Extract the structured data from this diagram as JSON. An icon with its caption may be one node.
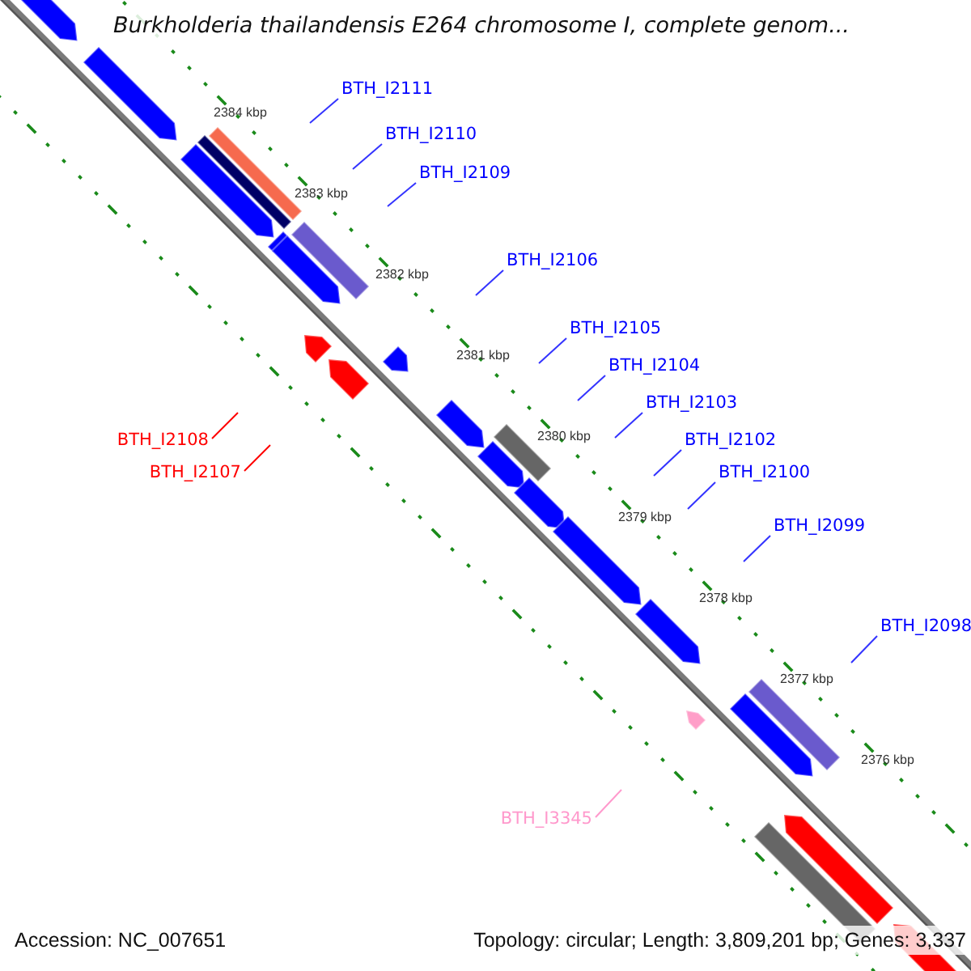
{
  "diagram": {
    "title": "Burkholderia thailandensis E264 chromosome I, complete genom...",
    "nodes": [
      {
        "text": [
          "BTH_I2111"
        ]
      },
      {
        "text": [
          "BTH_I2110"
        ]
      },
      {
        "text": [
          "BTH_I2109"
        ]
      },
      {
        "text": [
          "BTH_I2106"
        ]
      },
      {
        "text": [
          "BTH_I2105"
        ]
      },
      {
        "text": [
          "BTH_I2104"
        ]
      },
      {
        "text": [
          "BTH_I2103"
        ]
      },
      {
        "text": [
          "BTH_I2108"
        ]
      },
      {
        "text": [
          "BTH_I2102"
        ]
      },
      {
        "text": [
          "BTH_I2107"
        ]
      },
      {
        "text": [
          "BTH_I2100"
        ]
      },
      {
        "text": [
          "BTH_I2099"
        ]
      },
      {
        "text": [
          "BTH_I2098"
        ]
      },
      {
        "text": [
          "BTH_I3345"
        ]
      }
    ],
    "edges": [
      {
        "from": 0,
        "to": null,
        "arrow": "none"
      },
      {
        "from": 1,
        "to": null,
        "arrow": "none"
      },
      {
        "from": 2,
        "to": null,
        "arrow": "none"
      },
      {
        "from": 3,
        "to": null,
        "arrow": "none"
      },
      {
        "from": 4,
        "to": null,
        "arrow": "none"
      },
      {
        "from": 5,
        "to": null,
        "arrow": "none"
      },
      {
        "from": 6,
        "to": null,
        "arrow": "none"
      },
      {
        "from": 7,
        "to": null,
        "arrow": "none",
        "color": "#ff0000"
      },
      {
        "from": 8,
        "to": null,
        "arrow": "none"
      },
      {
        "from": 9,
        "to": null,
        "arrow": "none",
        "color": "#ff0000"
      },
      {
        "from": 10,
        "to": null,
        "arrow": "none"
      },
      {
        "from": 11,
        "to": null,
        "arrow": "none"
      },
      {
        "from": 12,
        "to": null,
        "arrow": "none"
      },
      {
        "from": 13,
        "to": null,
        "arrow": "none",
        "color": "#ff99cc"
      }
    ],
    "labels": [
      "2384 kbp",
      "2383 kbp",
      "2382 kbp",
      "2381 kbp",
      "2380 kbp",
      "2379 kbp",
      "2378 kbp",
      "2377 kbp",
      "2376 kbp",
      "Accession: NC_007651",
      "Topology: circular; Length: 3,809,201 bp; Genes: 3,337"
    ]
  }
}
